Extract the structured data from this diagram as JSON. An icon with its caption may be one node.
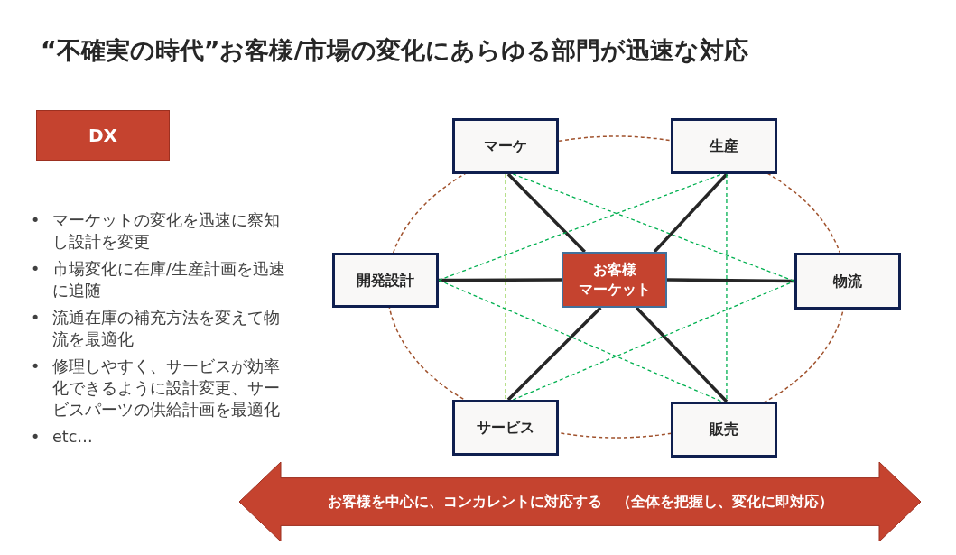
{
  "diagram": {
    "title": "“不確実の時代”お客様/市場の変化にあらゆる部門が迅速な対応",
    "nodes": [
      {
        "text": [
          "DX"
        ]
      },
      {
        "text": [
          "マーケ"
        ]
      },
      {
        "text": [
          "生産"
        ]
      },
      {
        "text": [
          "開発設計"
        ]
      },
      {
        "text": [
          "お客様",
          "マーケット"
        ]
      },
      {
        "text": [
          "物流"
        ]
      },
      {
        "text": [
          "サービス"
        ]
      },
      {
        "text": [
          "販売"
        ]
      },
      {
        "text": [
          "お客様を中心に、コンカレントに対応する　（全体を把握し、変化に即対応）"
        ]
      }
    ],
    "edges": [
      {
        "from": 4,
        "to": 1,
        "arrow": "none",
        "style": "thick",
        "color": "#262626"
      },
      {
        "from": 4,
        "to": 2,
        "arrow": "none",
        "style": "thick",
        "color": "#262626"
      },
      {
        "from": 4,
        "to": 3,
        "arrow": "none",
        "style": "thick",
        "color": "#262626"
      },
      {
        "from": 4,
        "to": 5,
        "arrow": "none",
        "style": "thick",
        "color": "#262626"
      },
      {
        "from": 4,
        "to": 6,
        "arrow": "none",
        "style": "thick",
        "color": "#262626"
      },
      {
        "from": 4,
        "to": 7,
        "arrow": "none",
        "style": "thick",
        "color": "#262626"
      },
      {
        "from": 1,
        "to": 6,
        "arrow": "none",
        "style": "dashed",
        "color": "#92d050"
      },
      {
        "from": 2,
        "to": 7,
        "arrow": "none",
        "style": "dashed",
        "color": "#00b050"
      },
      {
        "from": 1,
        "to": 5,
        "arrow": "none",
        "style": "dashed",
        "color": "#00b050"
      },
      {
        "from": 3,
        "to": 2,
        "arrow": "none",
        "style": "dashed",
        "color": "#00b050"
      },
      {
        "from": 3,
        "to": 7,
        "arrow": "none",
        "style": "dashed",
        "color": "#00b050"
      },
      {
        "from": 6,
        "to": 5,
        "arrow": "none",
        "style": "dashed",
        "color": "#00b050"
      }
    ],
    "labels": [
      "•",
      "マーケットの変化を迅速に察知し設計を変更",
      "•",
      "市場変化に在庫/生産計画を迅速に追随",
      "•",
      "流通在庫の補充方法を変えて物流を最適化",
      "•",
      "修理しやすく、サービスが効率化できるように設計変更、サービスパーツの供給計画を最適化",
      "•",
      "etc…"
    ]
  }
}
